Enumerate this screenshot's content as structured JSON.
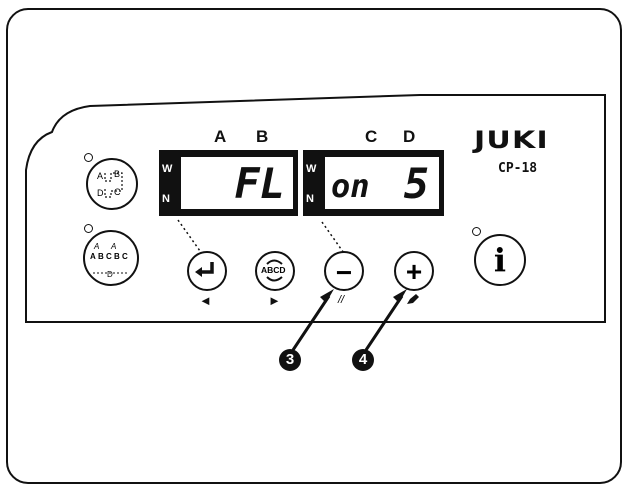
{
  "logo": "JUKI",
  "model": "CP-18",
  "headers": {
    "a": "A",
    "b": "B",
    "c": "C",
    "d": "D"
  },
  "display1": {
    "text": "FL"
  },
  "display2": {
    "text1": "on",
    "text2": "5"
  },
  "pattern_button1": {
    "labels": [
      "A",
      "B",
      "C",
      "D"
    ]
  },
  "pattern_button2": {
    "labels": [
      "A",
      "B",
      "C",
      "B",
      "C",
      "D"
    ]
  },
  "buttons": {
    "enter_label": "◄",
    "abcd_label": "ABCD",
    "abcd_sub": "►",
    "minus_label": "−",
    "plus_label": "+",
    "info_label": "i"
  },
  "callouts": {
    "three": "3",
    "four": "4"
  }
}
